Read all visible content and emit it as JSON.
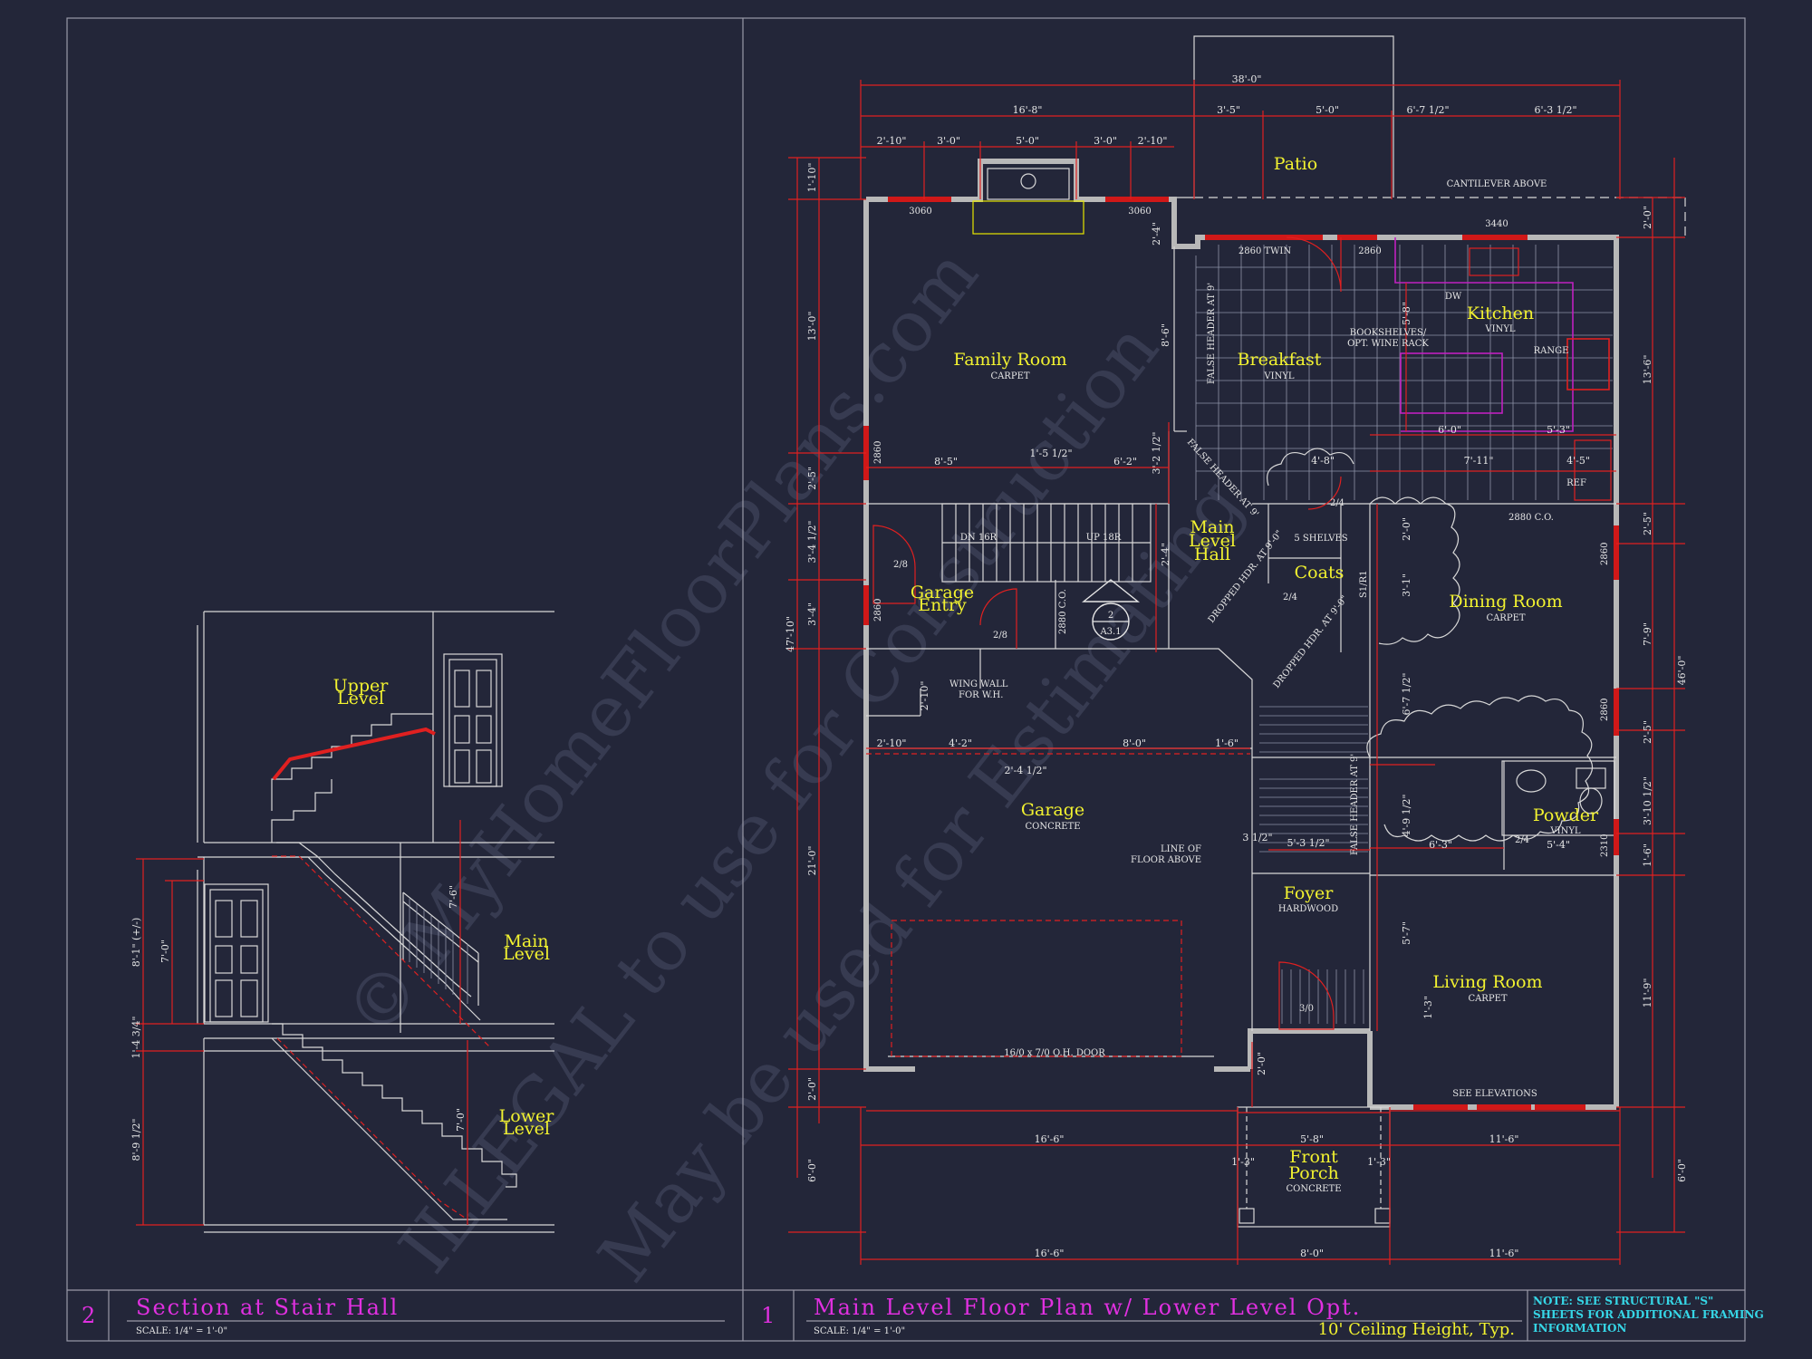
{
  "watermark": [
    "© MyHomeFloorPlans.com",
    "ILLEGAL to use for Construction",
    "May be used for Estimating"
  ],
  "section": {
    "number": "2",
    "title": "Section at Stair Hall",
    "scale": "SCALE: 1/4\" = 1'-0\"",
    "labels": {
      "upper": [
        "Upper",
        "Level"
      ],
      "main": [
        "Main",
        "Level"
      ],
      "lower": [
        "Lower",
        "Level"
      ]
    },
    "dims": [
      "8'-1\" (+/-)",
      "7'-0\"",
      "1'-4 3/4\"",
      "8'-9 1/2\"",
      "7'-6\"",
      "7'-0\""
    ]
  },
  "plan": {
    "number": "1",
    "title": "Main Level Floor Plan w/ Lower Level Opt.",
    "scale": "SCALE: 1/4\" = 1'-0\"",
    "ceiling": "10' Ceiling Height, Typ.",
    "note": [
      "NOTE: SEE STRUCTURAL \"S\"",
      "SHEETS FOR ADDITIONAL FRAMING",
      "INFORMATION"
    ],
    "rooms": {
      "patio": "Patio",
      "family": "Family Room",
      "family_floor": "CARPET",
      "breakfast": "Breakfast",
      "breakfast_floor": "VINYL",
      "kitchen": "Kitchen",
      "kitchen_floor": "VINYL",
      "main_hall": [
        "Main",
        "Level",
        "Hall"
      ],
      "coats": "Coats",
      "garage_entry": [
        "Garage",
        "Entry"
      ],
      "dining": "Dining Room",
      "dining_floor": "CARPET",
      "garage": "Garage",
      "garage_floor": "CONCRETE",
      "powder": "Powder",
      "powder_floor": "VINYL",
      "foyer": "Foyer",
      "foyer_floor": "HARDWOOD",
      "living": "Living Room",
      "living_floor": "CARPET",
      "porch": [
        "Front",
        "Porch"
      ],
      "porch_floor": "CONCRETE"
    },
    "notes": {
      "cantilever": "CANTILEVER ABOVE",
      "w3440": "3440",
      "w3060a": "3060",
      "w3060b": "3060",
      "twin": "2860 TWIN",
      "w2860": "2860",
      "dw": "DW",
      "bookshelves": [
        "BOOKSHELVES/",
        "OPT. WINE RACK"
      ],
      "range": "RANGE",
      "ref": "REF",
      "shelves": "5 SHELVES",
      "d24a": "2/4",
      "d24b": "2/4",
      "d24c": "2/4",
      "d28a": "2/8",
      "d28b": "2/8",
      "d30": "3/0",
      "dn": "DN 16R",
      "up": "UP 18R",
      "co_a": "2880 C.O.",
      "co_b": "2880 C.O.",
      "wing": [
        "WING WALL",
        "FOR W.H."
      ],
      "line_floor": [
        "LINE OF",
        "FLOOR ABOVE"
      ],
      "ohdoor": "16/0 x 7/0 O.H. DOOR",
      "see_elev": "SEE ELEVATIONS",
      "false_h1": "FALSE HEADER AT 9'",
      "false_h2": "FALSE HEADER AT 9'",
      "false_h3": "FALSE HEADER AT 9'",
      "dropped1": "DROPPED HDR. AT 9'-0\"",
      "dropped2": "DROPPED HDR. AT 9'-0\"",
      "callout_top": "2",
      "callout_bot": "A3.1",
      "s1r1": "S1/R1",
      "w2860l1": "2860",
      "w2860l2": "2860",
      "w2860r1": "2860",
      "w2860r2": "2860",
      "w2310": "2310"
    },
    "dims_top": {
      "overall": "38'-0\"",
      "left": "16'-8\"",
      "d2": "3'-5\"",
      "d3": "5'-0\"",
      "d4": "6'-7 1/2\"",
      "d5": "6'-3 1/2\"",
      "s1": "2'-10\"",
      "s2": "3'-0\"",
      "s3": "5'-0\"",
      "s4": "3'-0\"",
      "s5": "2'-10\""
    },
    "dims_left": [
      "1'-10\"",
      "13'-0\"",
      "2'-5\"",
      "3'-4 1/2\"",
      "3'-4\"",
      "21'-0\"",
      "2'-0\"",
      "6'-0\"",
      "47'-10\""
    ],
    "dims_right": [
      "2'-0\"",
      "13'-6\"",
      "2'-5\"",
      "7'-9\"",
      "2'-5\"",
      "3'-10 1/2\"",
      "1'-6\"",
      "11'-9\"",
      "6'-0\"",
      "46'-0\""
    ],
    "dims_bottom": {
      "a1": "16'-6\"",
      "a2": "5'-8\"",
      "a3": "11'-6\"",
      "b1": "16'-6\"",
      "b2": "8'-0\"",
      "b3": "11'-6\"",
      "p1": "1'-3\"",
      "p2": "1'-3\""
    },
    "dims_inner": {
      "i1": "8'-5\"",
      "i2": "6'-2\"",
      "i3": "1'-5 1/2\"",
      "i4": "8'-6\"",
      "i5": "2'-10\"",
      "i6": "4'-2\"",
      "i7": "8'-0\"",
      "i8": "1'-6\"",
      "i9": "2'-4 1/2\"",
      "i10": "6'-0\"",
      "i11": "5'-3\"",
      "i12": "4'-5\"",
      "i13": "7'-11\"",
      "i14": "4'-8\"",
      "i15": "6'-3\"",
      "i16": "5'-4\"",
      "i17": "5'-3 1/2\"",
      "i18": "3 1/2\"",
      "i19": "2'-10\"",
      "i20": "3'-2 1/2\"",
      "i21": "2'-0\"",
      "i22": "3'-1\"",
      "i23": "6'-7 1/2\"",
      "i24": "4'-9 1/2\"",
      "i25": "5'-7\"",
      "i26": "1'-3\"",
      "i27": "2'-4\"",
      "i28": "2'-0\"",
      "i29": "5'-8\"",
      "i30": "2'-4\""
    }
  },
  "colors": {
    "background": "#232639",
    "walls": "#b8b8b8",
    "dims": "#e02020",
    "titles": "#e030e0",
    "rooms": "#f2f230",
    "note": "#36d6e6"
  }
}
